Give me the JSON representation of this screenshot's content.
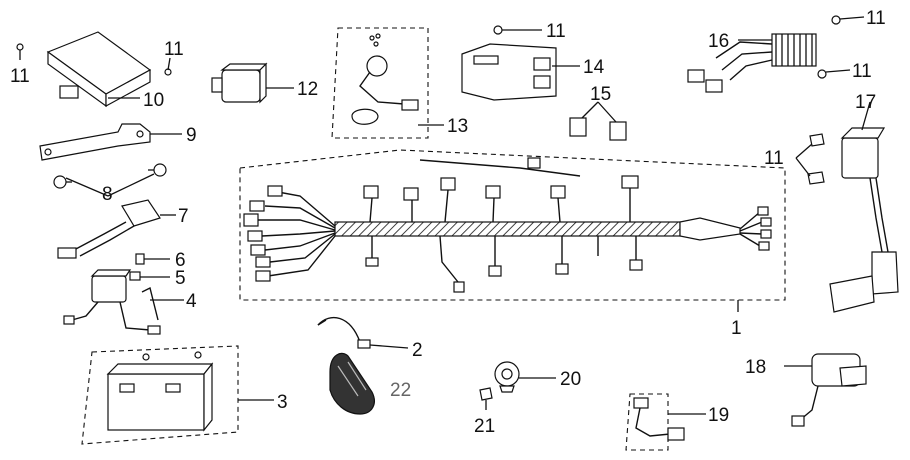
{
  "callouts": [
    {
      "id": "c1",
      "text": "1"
    },
    {
      "id": "c2",
      "text": "2"
    },
    {
      "id": "c3",
      "text": "3"
    },
    {
      "id": "c4",
      "text": "4"
    },
    {
      "id": "c5",
      "text": "5"
    },
    {
      "id": "c6",
      "text": "6"
    },
    {
      "id": "c7",
      "text": "7"
    },
    {
      "id": "c8",
      "text": "8"
    },
    {
      "id": "c9",
      "text": "9"
    },
    {
      "id": "c10",
      "text": "10"
    },
    {
      "id": "c11a",
      "text": "11"
    },
    {
      "id": "c11b",
      "text": "11"
    },
    {
      "id": "c11c",
      "text": "11"
    },
    {
      "id": "c11d",
      "text": "11"
    },
    {
      "id": "c11e",
      "text": "11"
    },
    {
      "id": "c11f",
      "text": "11"
    },
    {
      "id": "c12",
      "text": "12"
    },
    {
      "id": "c13",
      "text": "13"
    },
    {
      "id": "c14",
      "text": "14"
    },
    {
      "id": "c15",
      "text": "15"
    },
    {
      "id": "c16",
      "text": "16"
    },
    {
      "id": "c17",
      "text": "17"
    },
    {
      "id": "c18",
      "text": "18"
    },
    {
      "id": "c19",
      "text": "19"
    },
    {
      "id": "c20",
      "text": "20"
    },
    {
      "id": "c21",
      "text": "21"
    },
    {
      "id": "c22",
      "text": "22"
    }
  ],
  "colors": {
    "line": "#111111",
    "callout_gray": "#666666",
    "key_fob": "#333333"
  }
}
